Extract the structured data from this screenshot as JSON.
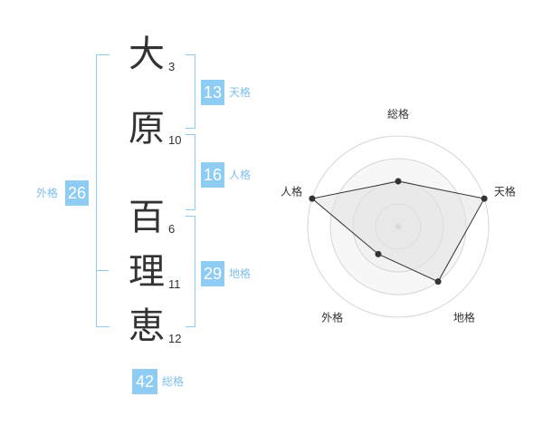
{
  "name_chars": [
    {
      "char": "大",
      "strokes": "3"
    },
    {
      "char": "原",
      "strokes": "10"
    },
    {
      "char": "百",
      "strokes": "6"
    },
    {
      "char": "理",
      "strokes": "11"
    },
    {
      "char": "恵",
      "strokes": "12"
    }
  ],
  "fortunes": {
    "tenkaku": {
      "value": "13",
      "label": "天格"
    },
    "jinkaku": {
      "value": "16",
      "label": "人格"
    },
    "chikaku": {
      "value": "29",
      "label": "地格"
    },
    "gaikaku": {
      "value": "26",
      "label": "外格"
    },
    "soukaku": {
      "value": "42",
      "label": "総格"
    }
  },
  "colors": {
    "accent": "#8fccf4",
    "accent_text": "#7fc0ea",
    "radar_fill": "#efefef",
    "radar_line": "#333333"
  },
  "chart_data": {
    "type": "radar",
    "axes": [
      "総格",
      "天格",
      "地格",
      "外格",
      "人格"
    ],
    "values": [
      2,
      4,
      3,
      1.5,
      4
    ],
    "max": 4,
    "rings": 4
  }
}
